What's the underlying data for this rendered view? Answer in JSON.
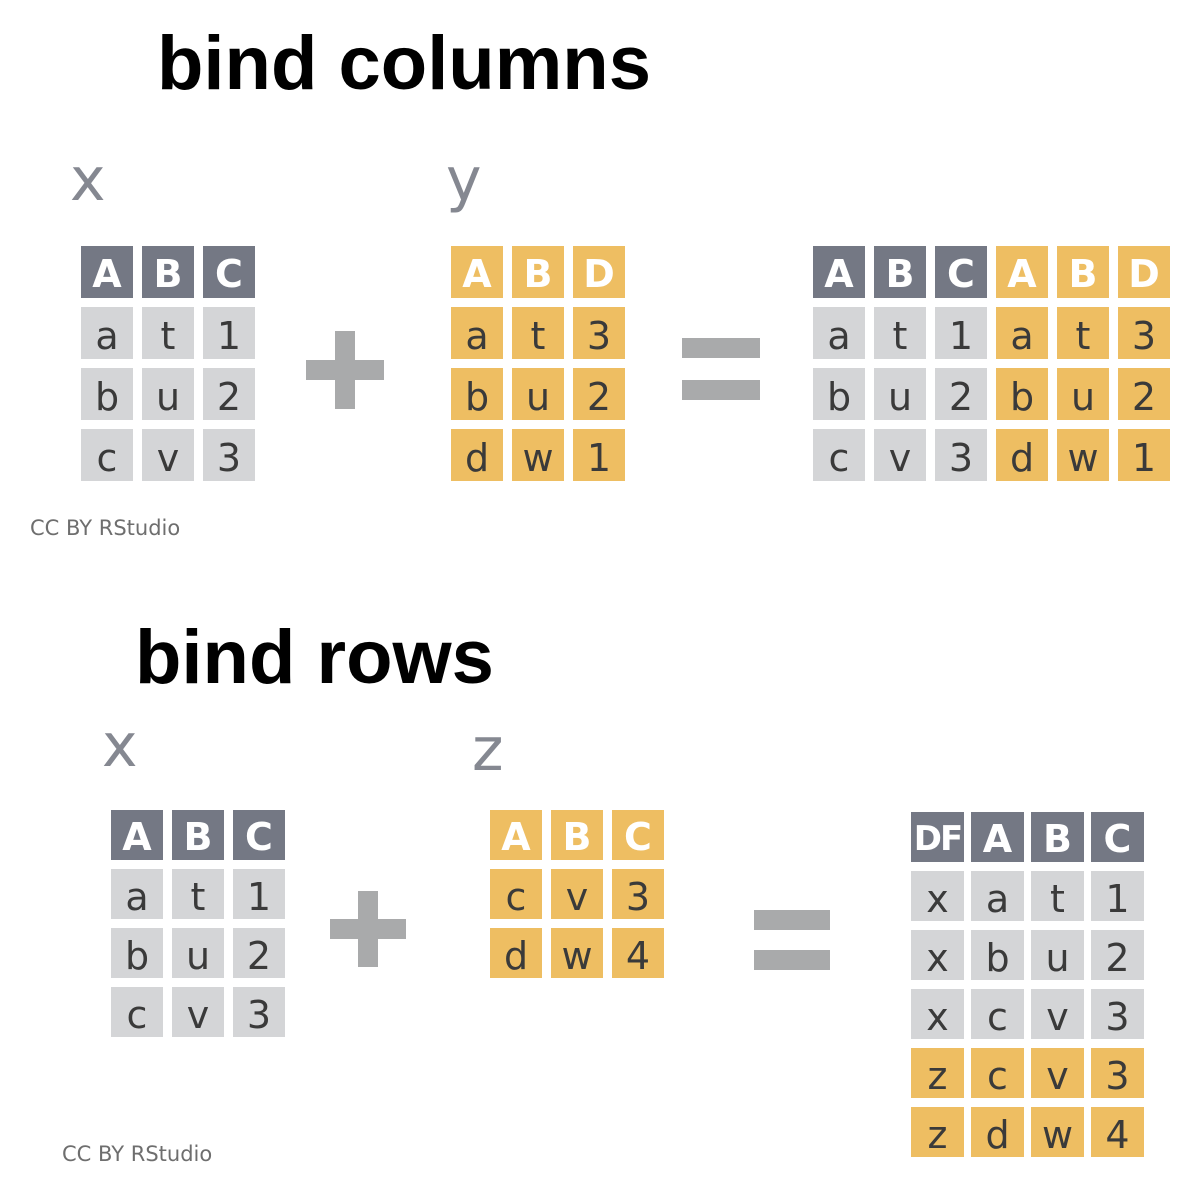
{
  "bind_columns": {
    "title": "bind columns",
    "x_label": "x",
    "y_label": "y",
    "credit": "CC BY RStudio",
    "x_table": {
      "headers": [
        "A",
        "B",
        "C"
      ],
      "rows": [
        [
          "a",
          "t",
          "1"
        ],
        [
          "b",
          "u",
          "2"
        ],
        [
          "c",
          "v",
          "3"
        ]
      ]
    },
    "y_table": {
      "headers": [
        "A",
        "B",
        "D"
      ],
      "rows": [
        [
          "a",
          "t",
          "3"
        ],
        [
          "b",
          "u",
          "2"
        ],
        [
          "d",
          "w",
          "1"
        ]
      ]
    },
    "result_table": {
      "headers": [
        "A",
        "B",
        "C",
        "A",
        "B",
        "D"
      ],
      "rows": [
        [
          "a",
          "t",
          "1",
          "a",
          "t",
          "3"
        ],
        [
          "b",
          "u",
          "2",
          "b",
          "u",
          "2"
        ],
        [
          "c",
          "v",
          "3",
          "d",
          "w",
          "1"
        ]
      ]
    }
  },
  "bind_rows": {
    "title": "bind rows",
    "x_label": "x",
    "z_label": "z",
    "credit": "CC BY RStudio",
    "x_table": {
      "headers": [
        "A",
        "B",
        "C"
      ],
      "rows": [
        [
          "a",
          "t",
          "1"
        ],
        [
          "b",
          "u",
          "2"
        ],
        [
          "c",
          "v",
          "3"
        ]
      ]
    },
    "z_table": {
      "headers": [
        "A",
        "B",
        "C"
      ],
      "rows": [
        [
          "c",
          "v",
          "3"
        ],
        [
          "d",
          "w",
          "4"
        ]
      ]
    },
    "result_table": {
      "headers": [
        "DF",
        "A",
        "B",
        "C"
      ],
      "rows": [
        [
          "x",
          "a",
          "t",
          "1"
        ],
        [
          "x",
          "b",
          "u",
          "2"
        ],
        [
          "x",
          "c",
          "v",
          "3"
        ],
        [
          "z",
          "c",
          "v",
          "3"
        ],
        [
          "z",
          "d",
          "w",
          "4"
        ]
      ]
    }
  },
  "colors": {
    "header_dark": "#747884",
    "header_gold": "#d6a04c",
    "cell_light": "#d4d5d7",
    "cell_gold": "#eebe62",
    "operator": "#a9aaab",
    "label": "#858891"
  }
}
